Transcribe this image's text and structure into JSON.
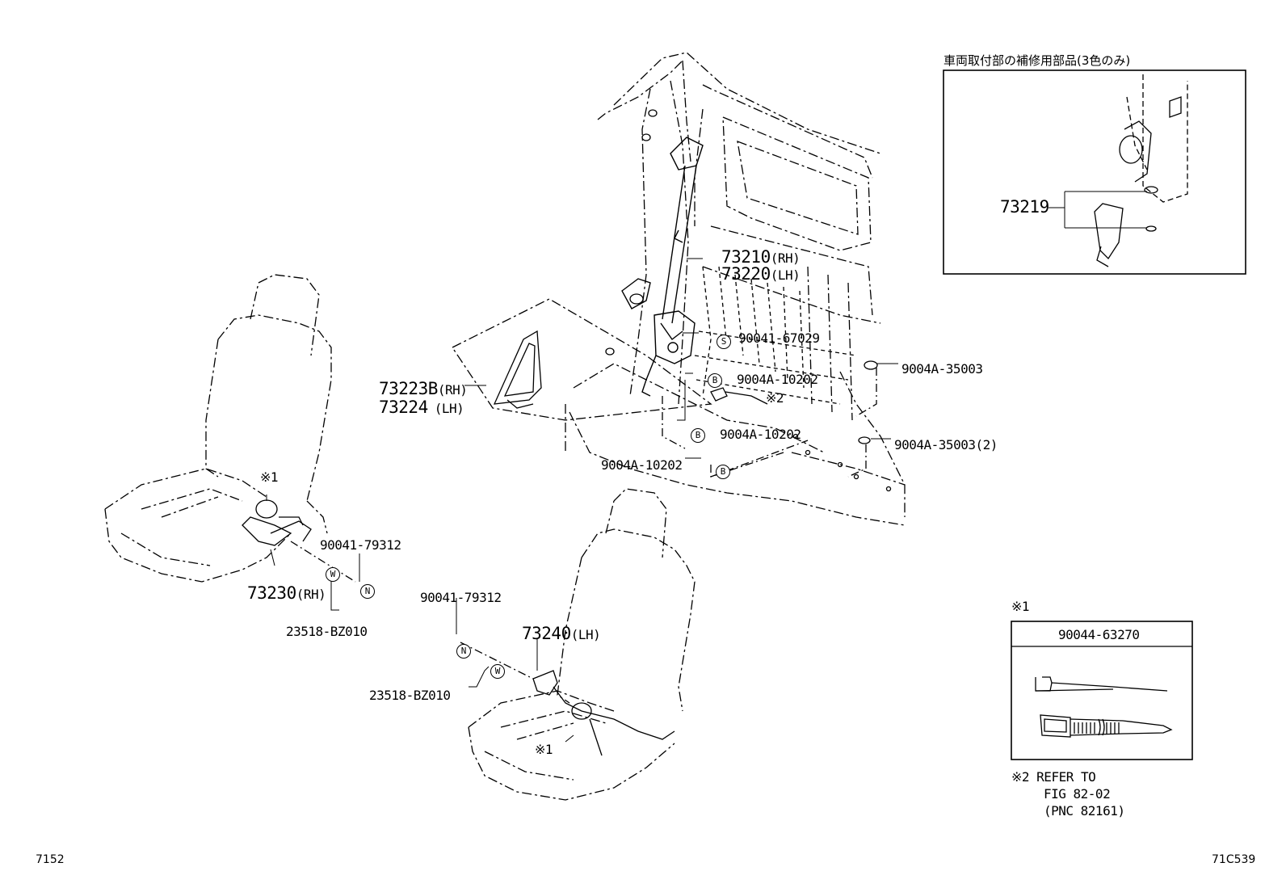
{
  "inset_title": "車両取付部の補修用部品(3色のみ)",
  "parts": {
    "p73219": "73219",
    "p73210": "73210",
    "p73210_suffix": "(RH)",
    "p73220": "73220",
    "p73220_suffix": "(LH)",
    "p73223B": "73223B",
    "p73223B_suffix": "(RH)",
    "p73224": "73224",
    "p73224_suffix": "(LH)",
    "p73230": "73230",
    "p73230_suffix": "(RH)",
    "p73240": "73240",
    "p73240_suffix": "(LH)",
    "p90041_67029": "90041-67029",
    "p9004A_10202_a": "9004A-10202",
    "p9004A_10202_b": "9004A-10202",
    "p9004A_10202_c": "9004A-10202",
    "p9004A_35003": "9004A-35003",
    "p9004A_35003_2": "9004A-35003(2)",
    "p90041_79312_a": "90041-79312",
    "p90041_79312_b": "90041-79312",
    "p23518_a": "23518-BZ010",
    "p23518_b": "23518-BZ010"
  },
  "symbols": {
    "S": "S",
    "B": "B",
    "W": "W",
    "N": "N",
    "note1": "※1",
    "note2": "※2"
  },
  "legend": {
    "note1_header": "※1",
    "note1_part": "90044-63270",
    "note2_line1": "※2 REFER TO",
    "note2_line2": "FIG 82-02",
    "note2_line3": "(PNC 82161)"
  },
  "footer": {
    "left": "7152",
    "right": "71C539"
  }
}
